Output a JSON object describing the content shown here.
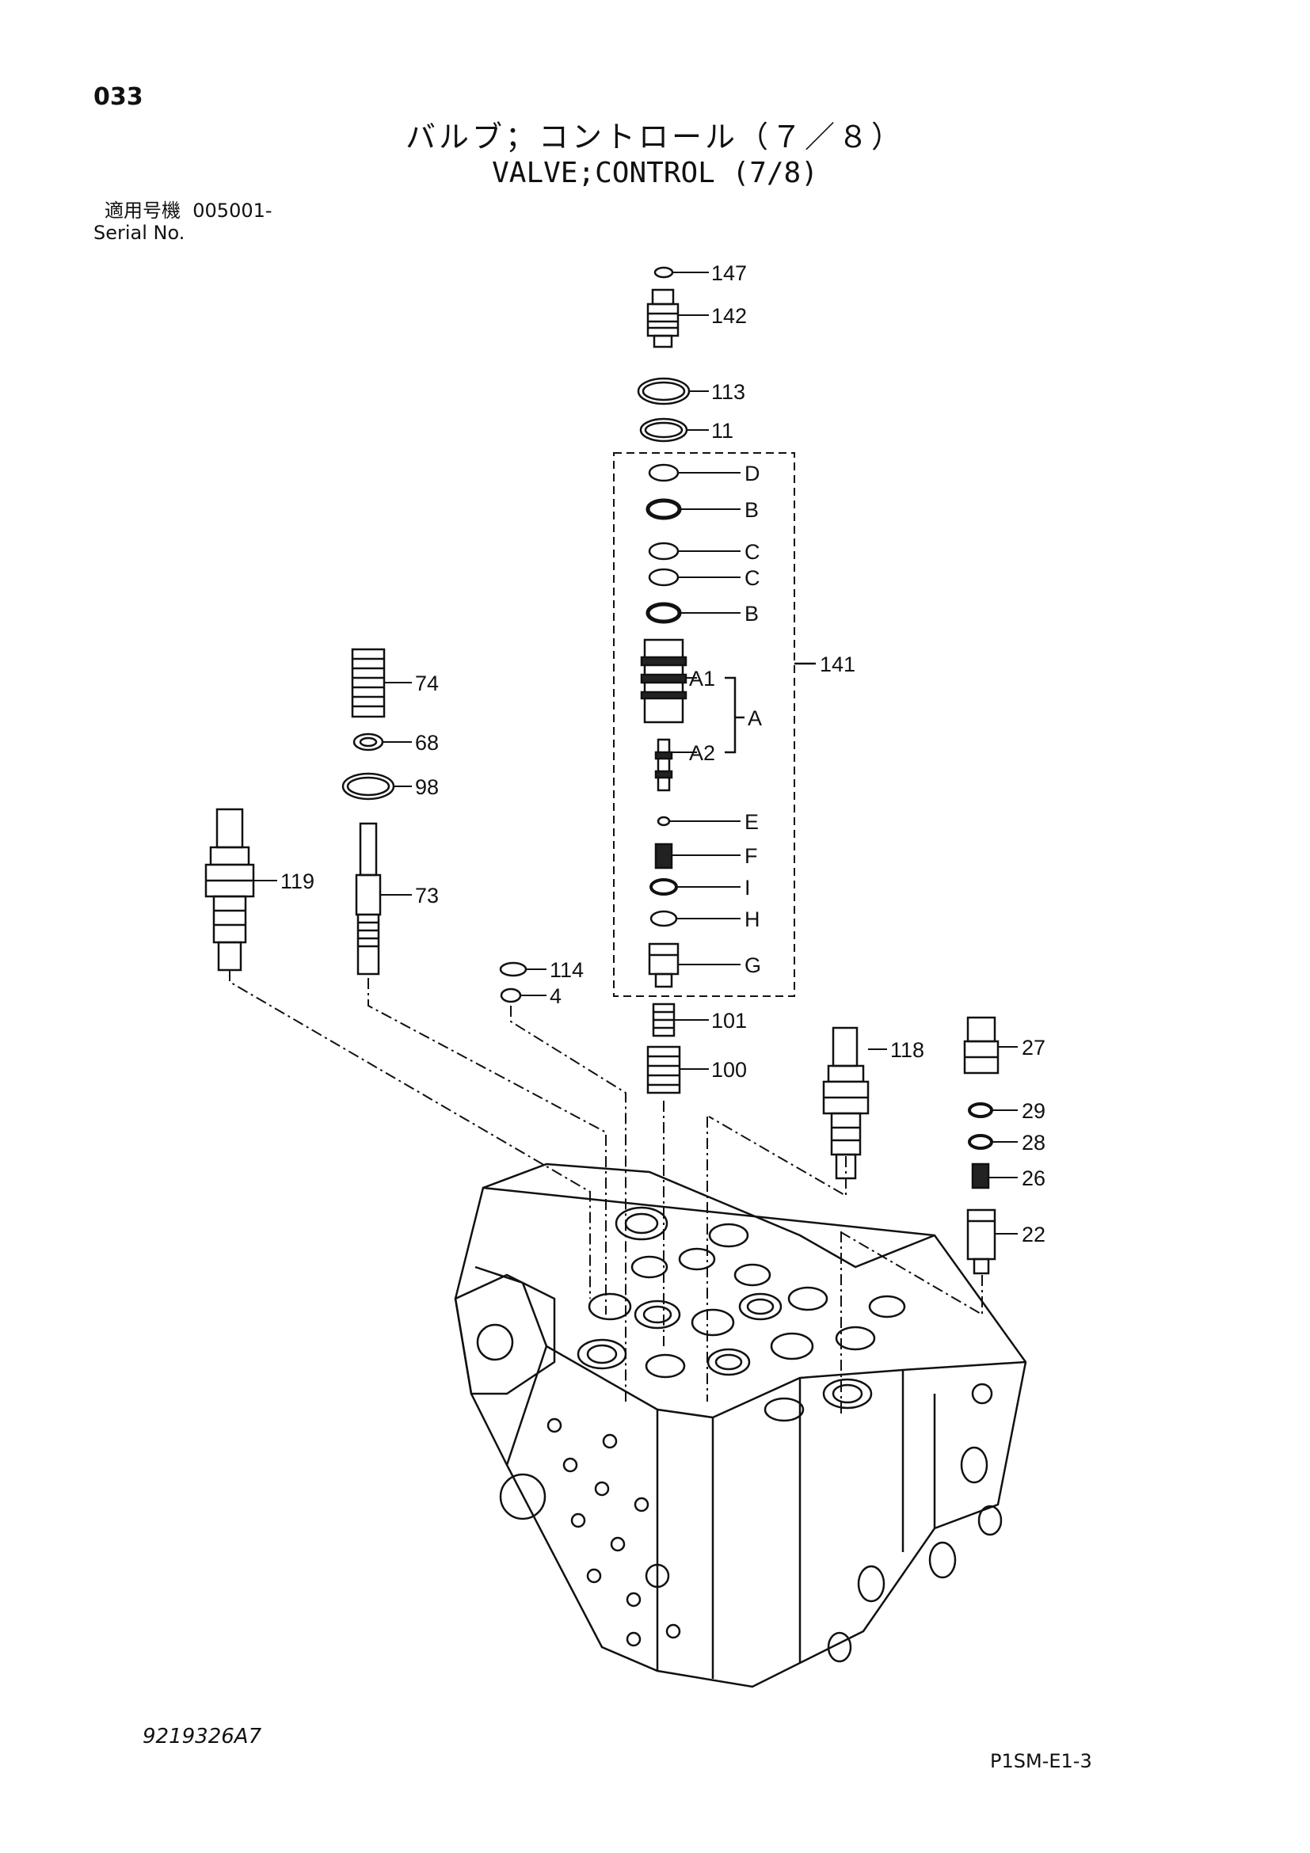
{
  "header": {
    "page_number": "033",
    "title_jp": "バルブ；コントロール（７／８）",
    "title_en": "VALVE;CONTROL (7/8)",
    "serial_label_jp": "適用号機",
    "serial_value": "005001-",
    "serial_label_en": "Serial No."
  },
  "callouts": {
    "p147": "147",
    "p142": "142",
    "p113": "113",
    "p11": "11",
    "pD": "D",
    "pB1": "B",
    "pC1": "C",
    "pC2": "C",
    "pB2": "B",
    "pA1": "A1",
    "pA": "A",
    "pA2": "A2",
    "p141": "141",
    "pE": "E",
    "pF": "F",
    "pI": "I",
    "pH": "H",
    "pG": "G",
    "p101": "101",
    "p100": "100",
    "p74": "74",
    "p68": "68",
    "p98": "98",
    "p73": "73",
    "p119": "119",
    "p114": "114",
    "p4": "4",
    "p118": "118",
    "p27": "27",
    "p29": "29",
    "p28": "28",
    "p26": "26",
    "p22": "22"
  },
  "footer": {
    "drawing_number": "9219326A7",
    "sheet_code": "P1SM-E1-3"
  }
}
